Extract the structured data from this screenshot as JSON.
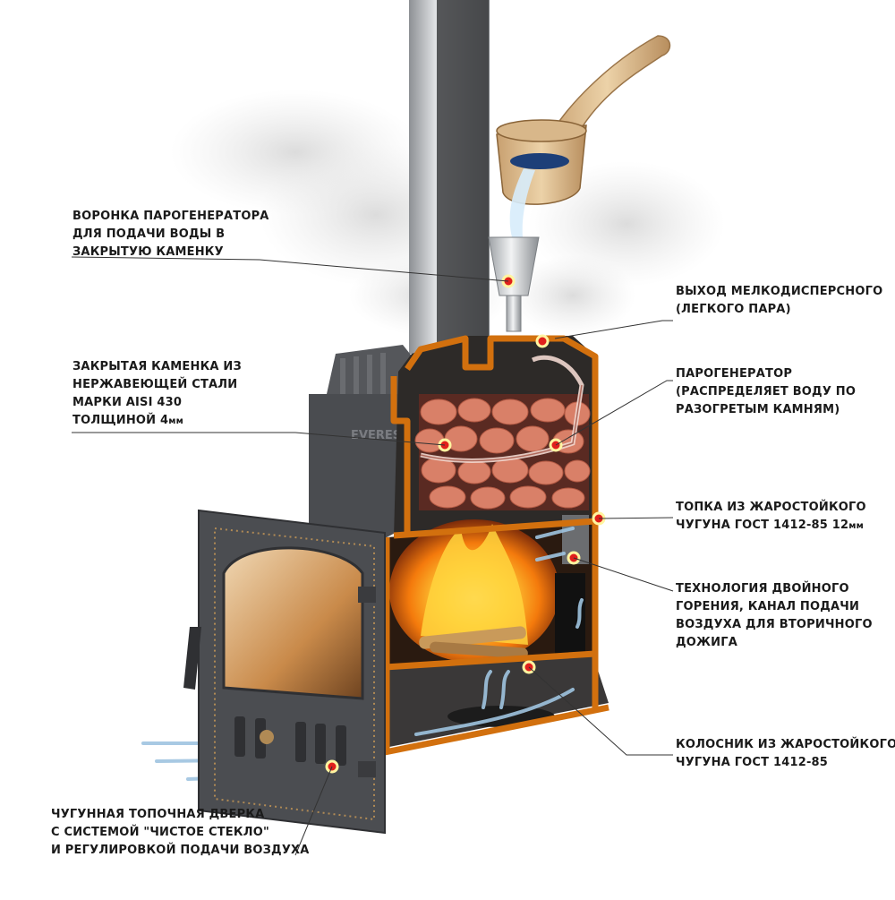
{
  "brand_mark": "EVERES",
  "callouts": [
    {
      "id": "funnel",
      "lines": [
        "ВОРОНКА ПАРОГЕНЕРАТОРА",
        "ДЛЯ ПОДАЧИ ВОДЫ В",
        "ЗАКРЫТУЮ КАМЕНКУ"
      ]
    },
    {
      "id": "heater",
      "lines": [
        "ЗАКРЫТАЯ КАМЕНКА ИЗ",
        "НЕРЖАВЕЮЩЕЙ СТАЛИ",
        "МАРКИ AISI 430",
        "ТОЛЩИНОЙ 4"
      ],
      "unit": "мм"
    },
    {
      "id": "door",
      "lines": [
        "ЧУГУННАЯ ТОПОЧНАЯ ДВЕРКА",
        "С СИСТЕМОЙ \"ЧИСТОЕ СТЕКЛО\"",
        "И РЕГУЛИРОВКОЙ ПОДАЧИ ВОЗДУХА"
      ]
    },
    {
      "id": "steam-outlet",
      "lines": [
        "ВЫХОД МЕЛКОДИСПЕРСНОГО",
        "(ЛЕГКОГО ПАРА)"
      ]
    },
    {
      "id": "steam-generator",
      "lines": [
        "ПАРОГЕНЕРАТОР",
        "(РАСПРЕДЕЛЯЕТ ВОДУ ПО",
        "РАЗОГРЕТЫМ КАМНЯМ)"
      ]
    },
    {
      "id": "firebox",
      "lines": [
        "ТОПКА ИЗ ЖАРОСТОЙКОГО",
        "ЧУГУНА ГОСТ 1412-85  12"
      ],
      "unit": "мм"
    },
    {
      "id": "double-burn",
      "lines": [
        "ТЕХНОЛОГИЯ ДВОЙНОГО",
        "ГОРЕНИЯ, КАНАЛ ПОДАЧИ",
        "ВОЗДУХА ДЛЯ ВТОРИЧНОГО",
        "ДОЖИГА"
      ]
    },
    {
      "id": "grate",
      "lines": [
        "КОЛОСНИК ИЗ ЖАРОСТОЙКОГО",
        "ЧУГУНА ГОСТ 1412-85"
      ]
    }
  ],
  "colors": {
    "marker": "#e0201c",
    "cast_iron": "#4a4c50",
    "cut_edge": "#d2700e",
    "stones": "#d98068",
    "fire": "#f5a20a",
    "pipe": "#c9ccd0",
    "air_arrow": "#9fc4e0"
  }
}
